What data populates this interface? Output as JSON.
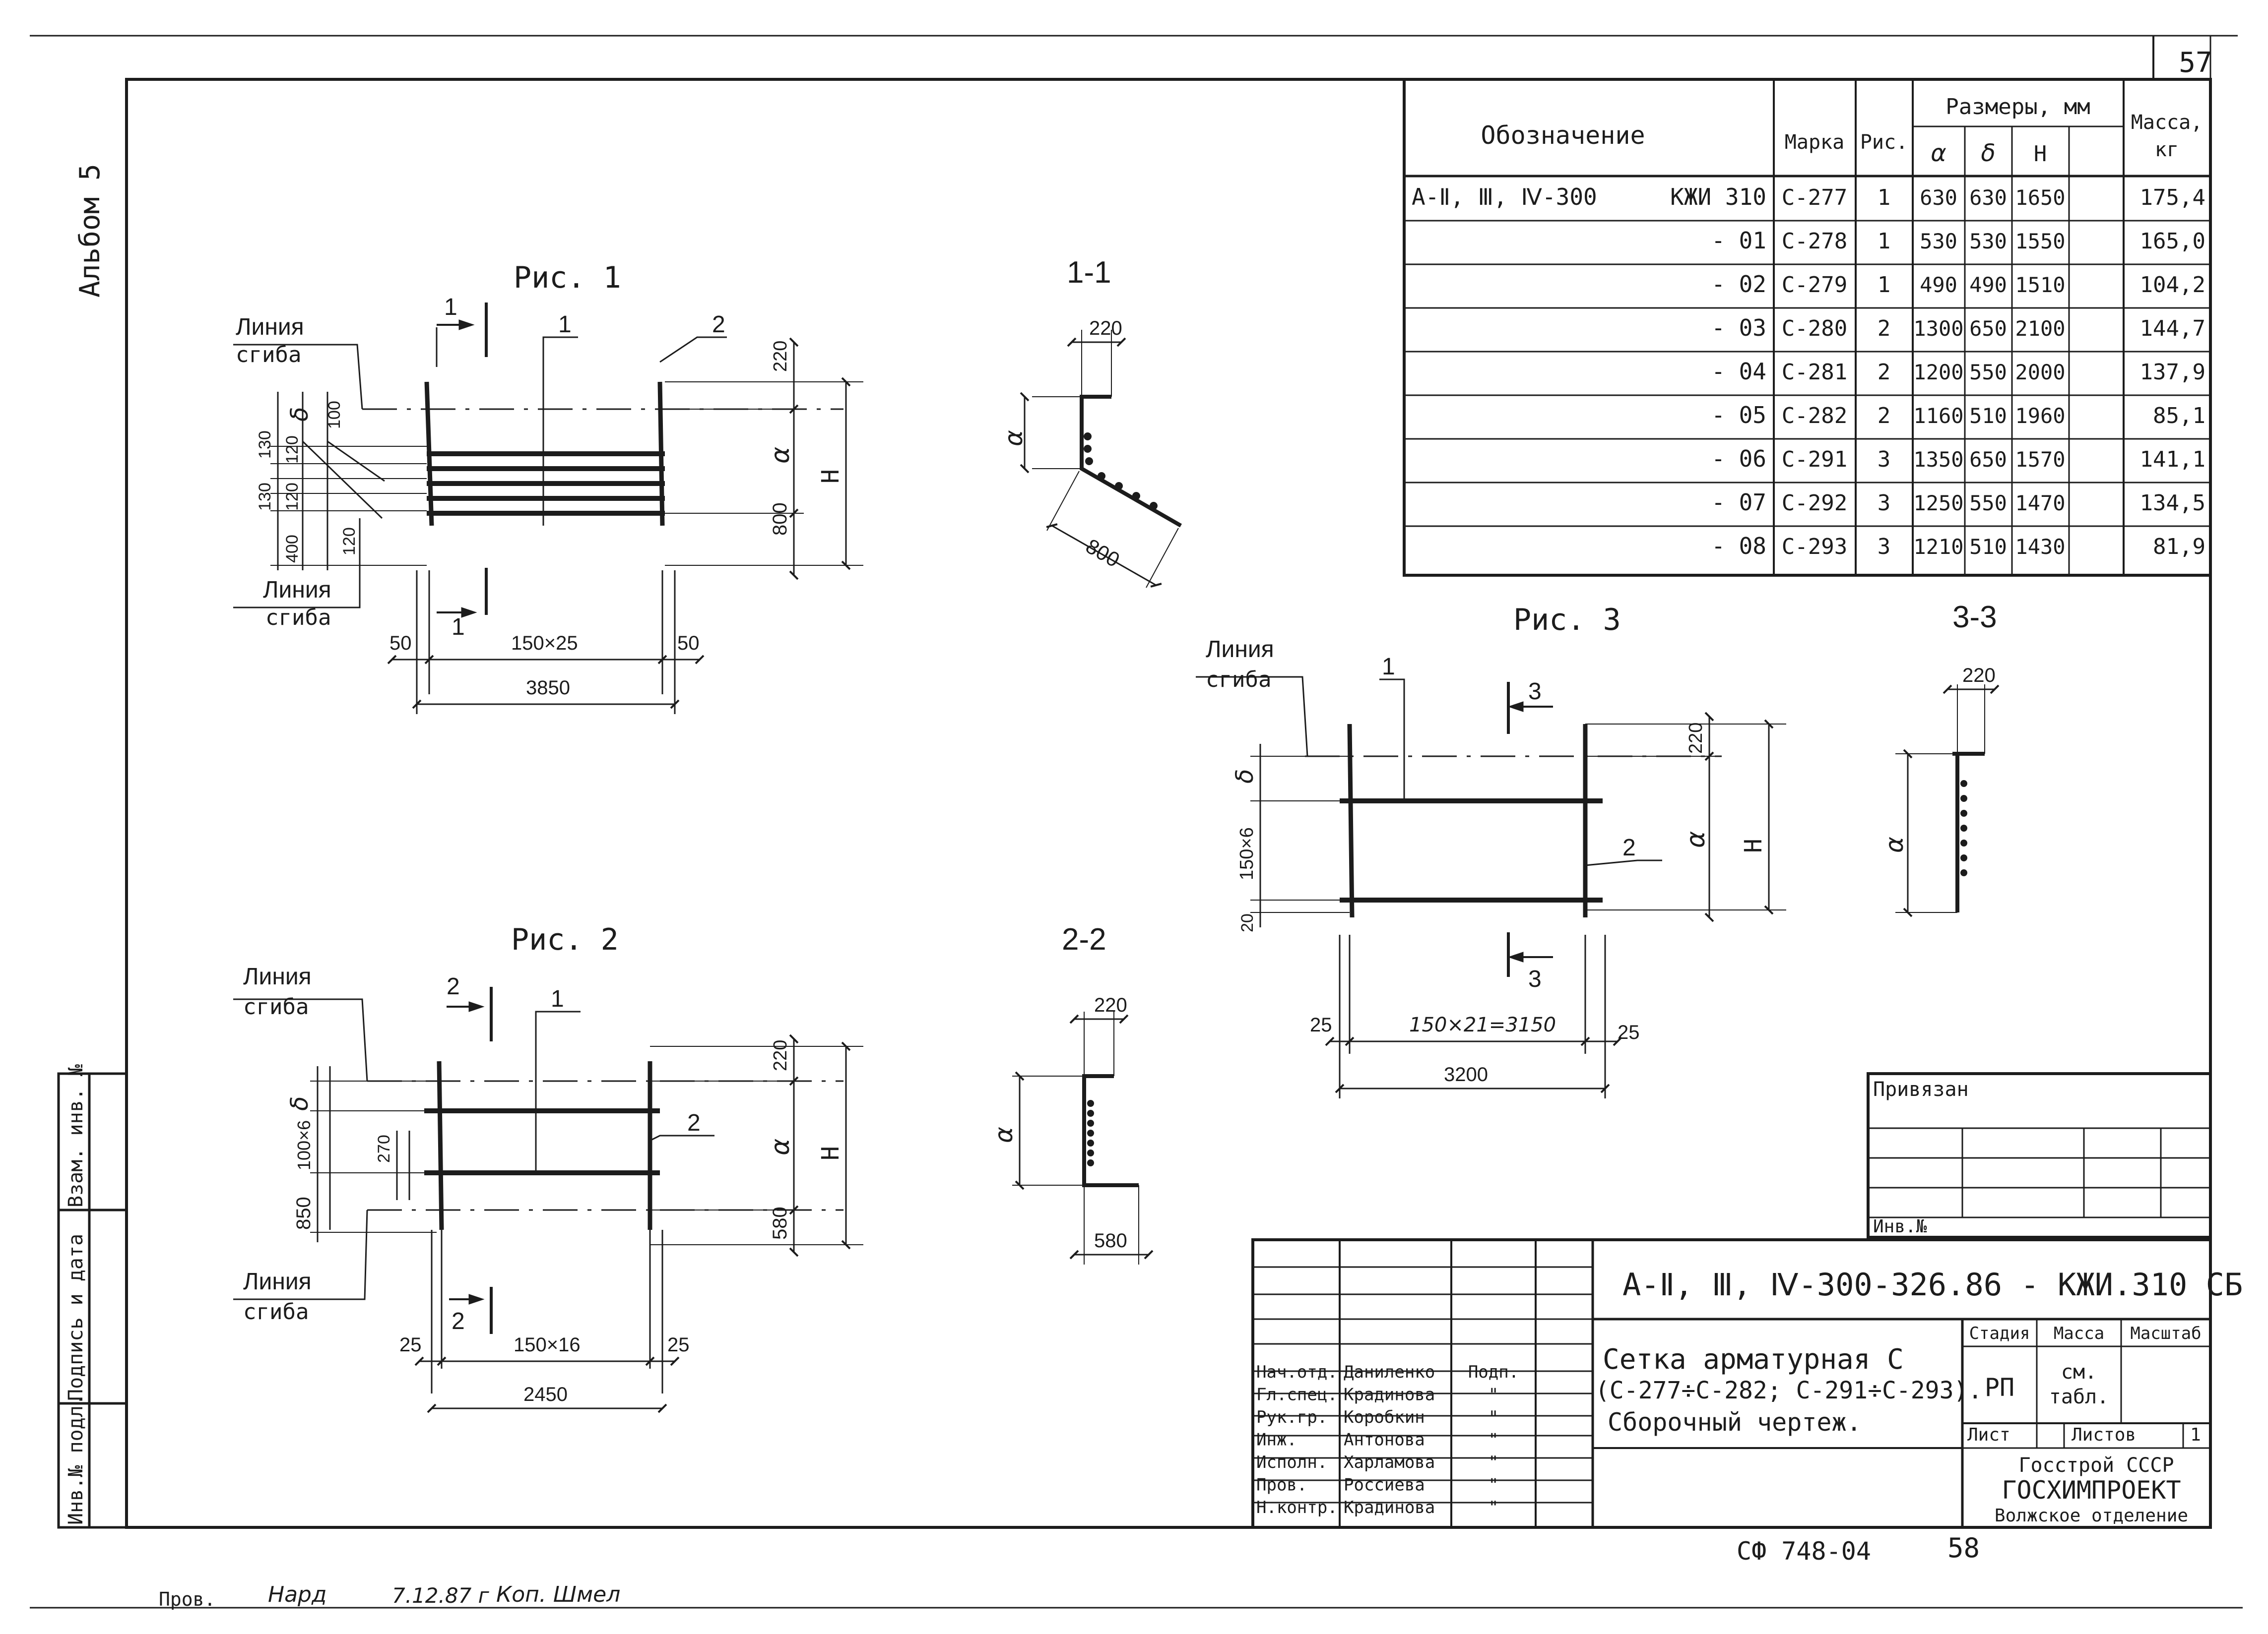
{
  "sheet": {
    "page_number": "57",
    "album": "Альбом 5",
    "bottom_code": "СФ 748-04",
    "bottom_number": "58",
    "check_note": "Пров.",
    "check_sign": "Нард",
    "check_date": "7.12.87 г",
    "copy_note": "Коп. Шмел"
  },
  "spec_table": {
    "headers": {
      "designation": "Обозначение",
      "mark": "Марка",
      "fig": "Рис.",
      "sizes": "Размеры, мм",
      "a": "α",
      "b": "δ",
      "h": "Н",
      "mass": "Масса,",
      "mass_unit": "кг"
    },
    "rows": [
      {
        "des": "А-Ⅱ, Ⅲ, Ⅳ-300",
        "code": "КЖИ 310",
        "mark": "С-277",
        "fig": "1",
        "a": "630",
        "b": "630",
        "h": "1650",
        "mass": "175,4"
      },
      {
        "des": "",
        "code": "- 01",
        "mark": "С-278",
        "fig": "1",
        "a": "530",
        "b": "530",
        "h": "1550",
        "mass": "165,0"
      },
      {
        "des": "",
        "code": "- 02",
        "mark": "С-279",
        "fig": "1",
        "a": "490",
        "b": "490",
        "h": "1510",
        "mass": "104,2"
      },
      {
        "des": "",
        "code": "- 03",
        "mark": "С-280",
        "fig": "2",
        "a": "1300",
        "b": "650",
        "h": "2100",
        "mass": "144,7"
      },
      {
        "des": "",
        "code": "- 04",
        "mark": "С-281",
        "fig": "2",
        "a": "1200",
        "b": "550",
        "h": "2000",
        "mass": "137,9"
      },
      {
        "des": "",
        "code": "- 05",
        "mark": "С-282",
        "fig": "2",
        "a": "1160",
        "b": "510",
        "h": "1960",
        "mass": "85,1"
      },
      {
        "des": "",
        "code": "- 06",
        "mark": "С-291",
        "fig": "3",
        "a": "1350",
        "b": "650",
        "h": "1570",
        "mass": "141,1"
      },
      {
        "des": "",
        "code": "- 07",
        "mark": "С-292",
        "fig": "3",
        "a": "1250",
        "b": "550",
        "h": "1470",
        "mass": "134,5"
      },
      {
        "des": "",
        "code": "- 08",
        "mark": "С-293",
        "fig": "3",
        "a": "1210",
        "b": "510",
        "h": "1430",
        "mass": "81,9"
      }
    ]
  },
  "fig1": {
    "title": "Рис. 1",
    "bend_label_top_1": "Линия",
    "bend_label_top_2": "сгиба",
    "bend_label_bot_1": "Линия",
    "bend_label_bot_2": "сгиба",
    "callout_1": "1",
    "callout_2": "2",
    "section_mark": "1",
    "dim_220": "220",
    "dim_a": "α",
    "dim_800": "800",
    "dim_H": "Н",
    "dim_b": "δ",
    "dim_100": "100",
    "dim_130a": "130",
    "dim_120a": "120",
    "dim_130b": "130",
    "dim_120b": "120",
    "dim_400": "400",
    "dim_120c": "120",
    "dim_50a": "50",
    "dim_pitch": "150×25",
    "dim_50b": "50",
    "dim_total": "3850"
  },
  "sec11": {
    "title": "1-1",
    "dim_220": "220",
    "dim_a": "α",
    "dim_800": "800"
  },
  "fig2": {
    "title": "Рис. 2",
    "bend_label_top_1": "Линия",
    "bend_label_top_2": "сгиба",
    "bend_label_bot_1": "Линия",
    "bend_label_bot_2": "сгиба",
    "callout_1": "1",
    "callout_2": "2",
    "section_mark": "2",
    "dim_220": "220",
    "dim_a": "α",
    "dim_580": "580",
    "dim_H": "Н",
    "dim_b": "δ",
    "dim_pitch_v": "100×6",
    "dim_270": "270",
    "dim_850": "850",
    "dim_25a": "25",
    "dim_pitch": "150×16",
    "dim_25b": "25",
    "dim_total": "2450"
  },
  "sec22": {
    "title": "2-2",
    "dim_220": "220",
    "dim_a": "α",
    "dim_580": "580"
  },
  "fig3": {
    "title": "Рис. 3",
    "bend_label_1": "Линия",
    "bend_label_2": "сгиба",
    "callout_1": "1",
    "callout_2": "2",
    "section_mark": "3",
    "dim_220": "220",
    "dim_a": "α",
    "dim_H": "Н",
    "dim_b": "δ",
    "dim_pitch_v": "150×6",
    "dim_20": "20",
    "dim_25a": "25",
    "dim_pitch": "150×21=3150",
    "dim_25b": "25",
    "dim_total": "3200"
  },
  "sec33": {
    "title": "3-3",
    "dim_220": "220",
    "dim_a": "α"
  },
  "side_stamp": {
    "inv_podl": "Инв.№ подл.",
    "sign_date": "Подпись и дата",
    "vzam": "Взам. инв. №"
  },
  "attach": {
    "title": "Привязан",
    "inv": "Инв.№"
  },
  "title_block": {
    "code": "А-Ⅱ, Ⅲ, Ⅳ-300-326.86  - КЖИ.310 СБ",
    "desc_1": "Сетка арматурная С",
    "desc_2": "(С-277÷С-282; С-291÷С-293).",
    "desc_3": "Сборочный чертеж.",
    "stage_h": "Стадия",
    "mass_h": "Масса",
    "scale_h": "Масштаб",
    "stage": "РП",
    "mass_1": "см.",
    "mass_2": "табл.",
    "sheet_h": "Лист",
    "sheets_h": "Листов",
    "sheets": "1",
    "org_1": "Госстрой СССР",
    "org_2": "ГОСХИМПРОЕКТ",
    "org_3": "Волжское отделение",
    "signers": [
      {
        "role": "Нач.отд.",
        "name": "Даниленко",
        "sig": "Подп."
      },
      {
        "role": "Гл.спец.",
        "name": "Крадинова",
        "sig": "\""
      },
      {
        "role": "Рук.гр.",
        "name": "Коробкин",
        "sig": "\""
      },
      {
        "role": "Инж.",
        "name": "Антонова",
        "sig": "\""
      },
      {
        "role": "Исполн.",
        "name": "Харламова",
        "sig": "\""
      },
      {
        "role": "Пров.",
        "name": "Россиева",
        "sig": "\""
      },
      {
        "role": "Н.контр.",
        "name": "Крадинова",
        "sig": "\""
      }
    ]
  }
}
